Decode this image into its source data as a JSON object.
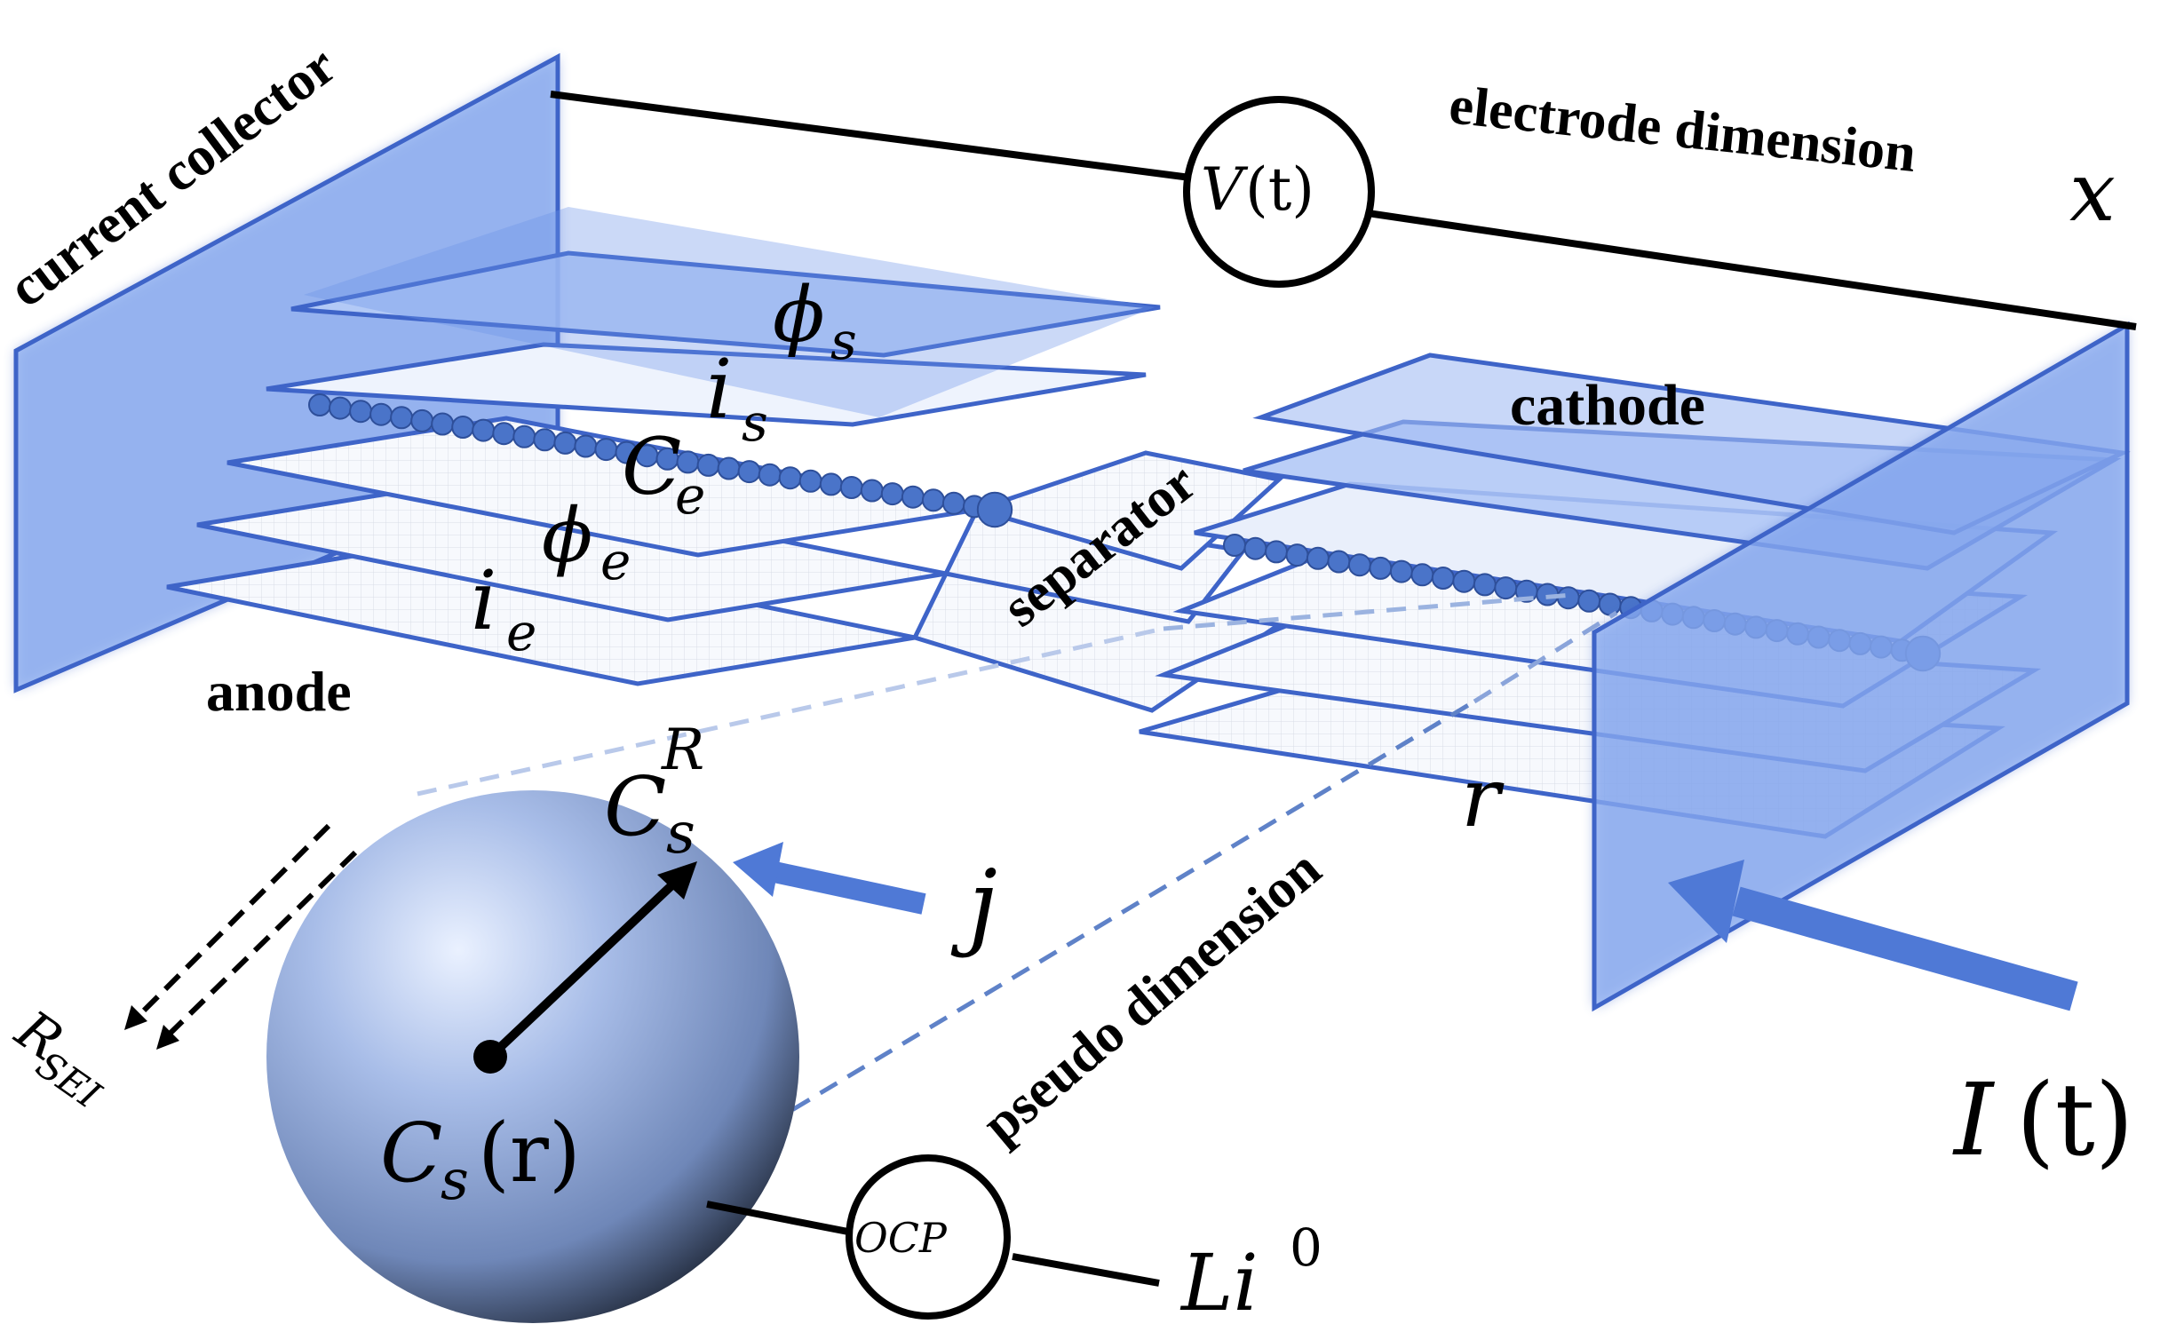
{
  "labels": {
    "current_collector": "current collector",
    "electrode_dimension": "electrode dimension",
    "electrode_symbol": "x",
    "cathode": "cathode",
    "anode": "anode",
    "separator": "separator",
    "pseudo_dimension": "pseudo dimension",
    "pseudo_symbol": "r"
  },
  "symbols": {
    "voltage_var": "V",
    "voltage_arg": "(t)",
    "current_var": "I",
    "current_arg": "(t)",
    "phi_s_base": "ϕ",
    "phi_s_sub": "s",
    "i_s_base": "i",
    "i_s_sub": "s",
    "c_e_base": "C",
    "c_e_sub": "e",
    "phi_e_base": "ϕ",
    "phi_e_sub": "e",
    "i_e_base": "i",
    "i_e_sub": "e",
    "cs_surface_base": "C",
    "cs_surface_sub": "s",
    "cs_surface_sup": "R",
    "flux": "j",
    "cs_r_base": "C",
    "cs_r_sub": "s",
    "cs_r_arg": "(r)",
    "ocp": "OCP",
    "li_base": "Li",
    "li_sup": "0",
    "rsei_base": "R",
    "rsei_sub": "SEI"
  },
  "colors": {
    "plate_fill": "#8fb0f2",
    "plate_stroke": "#3e64c8",
    "layer_fill": "#f1f4fb",
    "particle": "#4a74c9",
    "arrow": "#4f79d6",
    "sphere_light": "#eaf1ff",
    "sphere_dark": "#1c2433",
    "wire": "#000000"
  }
}
